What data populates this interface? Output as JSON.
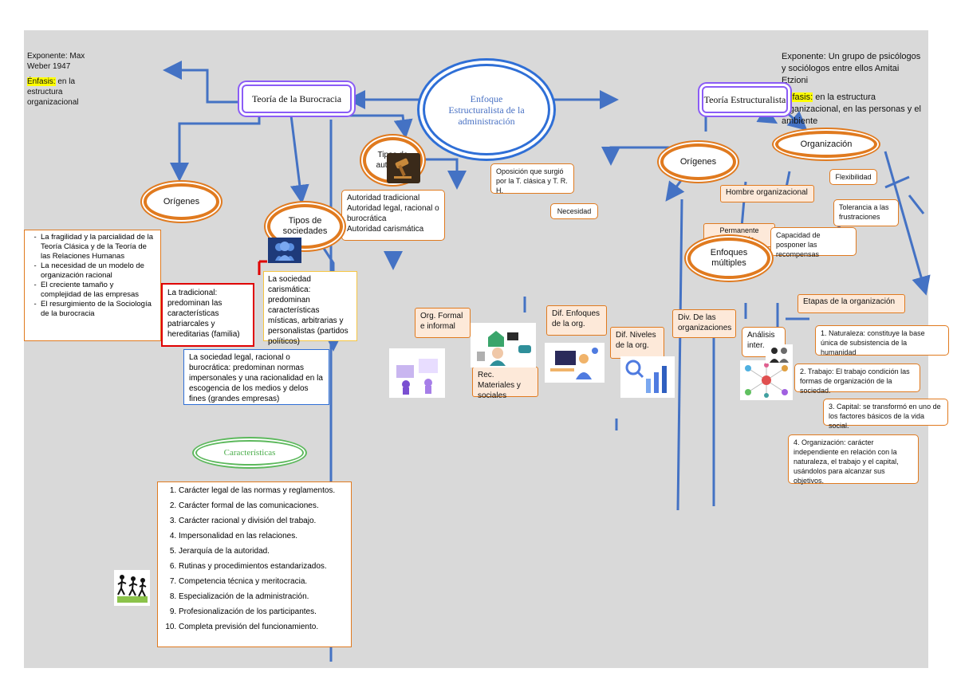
{
  "center": {
    "title": "Enfoque Estructuralista de la administración"
  },
  "left": {
    "exponente": "Exponente: Max Weber 1947",
    "enfasis_label": "Énfasis:",
    "enfasis_text": " en la estructura organizacional",
    "title": "Teoría de la Burocracia",
    "origenes": "Orígenes",
    "origenes_list": [
      "La fragilidad y la parcialidad de la Teoría Clásica y de la Teoría de las Relaciones Humanas",
      "La necesidad de un modelo de organización racional",
      "El creciente tamaño y complejidad de las empresas",
      "El resurgimiento de la Sociología de la burocracia"
    ],
    "tipos_autoridad": "Tipos de autoridad",
    "autoridad_list": [
      "Autoridad tradicional",
      "Autoridad legal, racional o burocrática",
      "Autoridad carismática"
    ],
    "tipos_sociedades": "Tipos de sociedades",
    "tradicional": "La tradicional: predominan las características patriarcales y hereditarias (familia)",
    "carismatica": "La sociedad carismática: predominan características místicas, arbitrarias y personalistas (partidos políticos)",
    "legal": "La sociedad legal, racional o burocrática: predominan normas impersonales y una racionalidad en la escogencia de los medios y delos fines (grandes empresas)",
    "caracteristicas": "Características",
    "caracteristicas_list": [
      "Carácter legal de las normas y reglamentos.",
      "Carácter formal de las comunicaciones.",
      "Carácter racional y división del trabajo.",
      "Impersonalidad en las relaciones.",
      "Jerarquía de la autoridad.",
      "Rutinas y procedimientos estandarizados.",
      "Competencia técnica y meritocracia.",
      "Especialización de la administración.",
      "Profesionalización de los participantes.",
      "Completa previsión del funcionamiento."
    ]
  },
  "right": {
    "exponente": "Exponente: Un grupo de psicólogos y sociólogos entre ellos Amitai Etzioni",
    "enfasis_label": "Énfasis:",
    "enfasis_text": " en la estructura organizacional, en las personas y el ambiente",
    "title": "Teoría Estructuralista",
    "origenes": "Orígenes",
    "oposicion": "Oposición que surgió por la T. clásica y T. R. H.",
    "necesidad": "Necesidad",
    "hombre": "Hombre organizacional",
    "permanente": "Permanente deseo de realización",
    "enfoques": "Enfoques múltiples",
    "organizacion": "Organización",
    "flexibilidad": "Flexibilidad",
    "tolerancia": "Tolerancia a las frustraciones",
    "capacidad": "Capacidad de posponer las recompensas",
    "org_formal": "Org. Formal e informal",
    "rec_materiales": "Rec. Materiales y sociales",
    "dif_enfoques": "Dif. Enfoques de la org.",
    "dif_niveles": "Dif. Niveles de la org.",
    "div_org": "Div. De las organizaciones",
    "analisis": "Análisis inter.",
    "etapas": "Etapas de la organización",
    "etapas_list": [
      "1. Naturaleza: constituye la base única de subsistencia de la humanidad",
      "2. Trabajo: El trabajo condición las formas de organización de la sociedad.",
      "3. Capital: se transformó en uno de los factores básicos de la vida social.",
      "4. Organización: carácter independiente en relación con la naturaleza, el trabajo y el capital, usándolos para alcanzar sus objetivos."
    ]
  },
  "colors": {
    "canvas": "#d9d9d9",
    "arrow": "#4472c4",
    "ellipse": "#e07a1f",
    "purple": "#8b5cf6",
    "title_blue": "#4a72c4",
    "green": "#5cb85c"
  }
}
